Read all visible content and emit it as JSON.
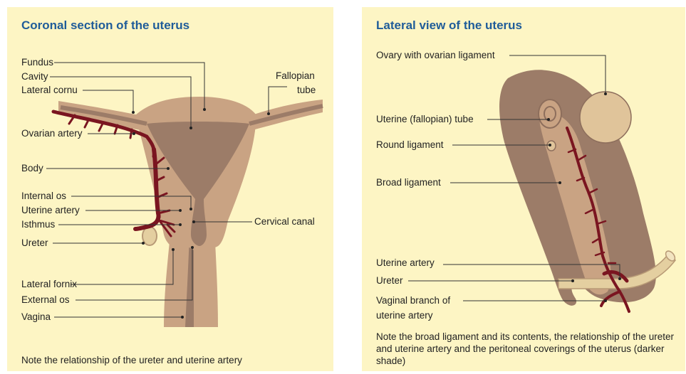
{
  "left": {
    "title": "Coronal section of the uterus",
    "labels": {
      "fundus": "Fundus",
      "cavity": "Cavity",
      "lateral_cornu": "Lateral cornu",
      "fallopian_tube_1": "Fallopian",
      "fallopian_tube_2": "tube",
      "ovarian_artery": "Ovarian artery",
      "body": "Body",
      "internal_os": "Internal os",
      "uterine_artery": "Uterine artery",
      "isthmus": "Isthmus",
      "cervical_canal": "Cervical canal",
      "ureter": "Ureter",
      "lateral_fornix": "Lateral fornix",
      "external_os": "External os",
      "vagina": "Vagina"
    },
    "note": "Note the relationship of the ureter and uterine artery"
  },
  "right": {
    "title": "Lateral view of the uterus",
    "labels": {
      "ovary": "Ovary with ovarian ligament",
      "uterine_tube": "Uterine (fallopian) tube",
      "round_ligament": "Round ligament",
      "broad_ligament": "Broad ligament",
      "uterine_artery": "Uterine artery",
      "ureter": "Ureter",
      "vaginal_branch_1": "Vaginal branch of",
      "vaginal_branch_2": "uterine artery"
    },
    "note": "Note the broad ligament and its contents, the relationship of the ureter and uterine artery and the peritoneal coverings of the uterus (darker shade)"
  },
  "colors": {
    "panel_bg": "#fdf5c4",
    "title": "#1f5c99",
    "tissue_light": "#c9a383",
    "tissue_dark": "#9c7c68",
    "artery": "#7a1520",
    "ureter": "#e4cfa0"
  }
}
